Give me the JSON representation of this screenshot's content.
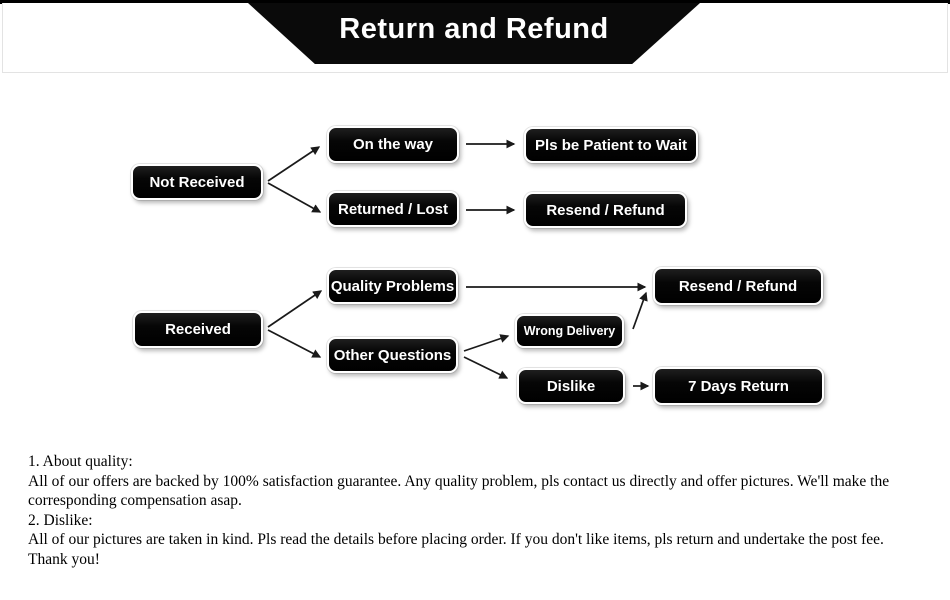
{
  "banner": {
    "title": "Return and Refund"
  },
  "colors": {
    "banner_bg": "#0a0a0a",
    "node_bg": "#0c0c0c",
    "node_border": "#ffffff",
    "node_text": "#ffffff",
    "arrow": "#1a1a1a",
    "header_border": "#e3e3e3",
    "notes_text": "#000000",
    "page_bg": "#ffffff"
  },
  "flowchart": {
    "nodes": [
      {
        "id": "not_received",
        "label": "Not Received"
      },
      {
        "id": "on_the_way",
        "label": "On the way"
      },
      {
        "id": "pls_be_patient_to_wait",
        "label": "Pls be Patient to Wait"
      },
      {
        "id": "returned_lost",
        "label": "Returned / Lost"
      },
      {
        "id": "resend_refund_1",
        "label": "Resend / Refund"
      },
      {
        "id": "quality_problems",
        "label": "Quality Problems"
      },
      {
        "id": "resend_refund_2",
        "label": "Resend / Refund"
      },
      {
        "id": "received",
        "label": "Received"
      },
      {
        "id": "other_questions",
        "label": "Other Questions"
      },
      {
        "id": "wrong_delivery",
        "label": "Wrong Delivery"
      },
      {
        "id": "dislike",
        "label": "Dislike"
      },
      {
        "id": "seven_days_return",
        "label": "7 Days Return"
      }
    ],
    "edges": [
      {
        "from": "not_received",
        "to": "on_the_way"
      },
      {
        "from": "not_received",
        "to": "returned_lost"
      },
      {
        "from": "on_the_way",
        "to": "pls_be_patient_to_wait"
      },
      {
        "from": "returned_lost",
        "to": "resend_refund_1"
      },
      {
        "from": "received",
        "to": "quality_problems"
      },
      {
        "from": "received",
        "to": "other_questions"
      },
      {
        "from": "quality_problems",
        "to": "resend_refund_2"
      },
      {
        "from": "other_questions",
        "to": "wrong_delivery"
      },
      {
        "from": "other_questions",
        "to": "dislike"
      },
      {
        "from": "wrong_delivery",
        "to": "resend_refund_2"
      },
      {
        "from": "dislike",
        "to": "seven_days_return"
      }
    ]
  },
  "notes": {
    "sections": [
      {
        "title": "1. About quality:",
        "lines": [
          "All of our offers are backed by 100% satisfaction guarantee. Any quality problem, pls contact us directly and offer pictures. We'll make the",
          "corresponding compensation asap."
        ]
      },
      {
        "title": "2. Dislike:",
        "lines": [
          "All of our pictures are taken in kind. Pls read the details before placing order. If you don't like items, pls return and undertake the post fee.",
          "Thank you!"
        ]
      }
    ]
  }
}
